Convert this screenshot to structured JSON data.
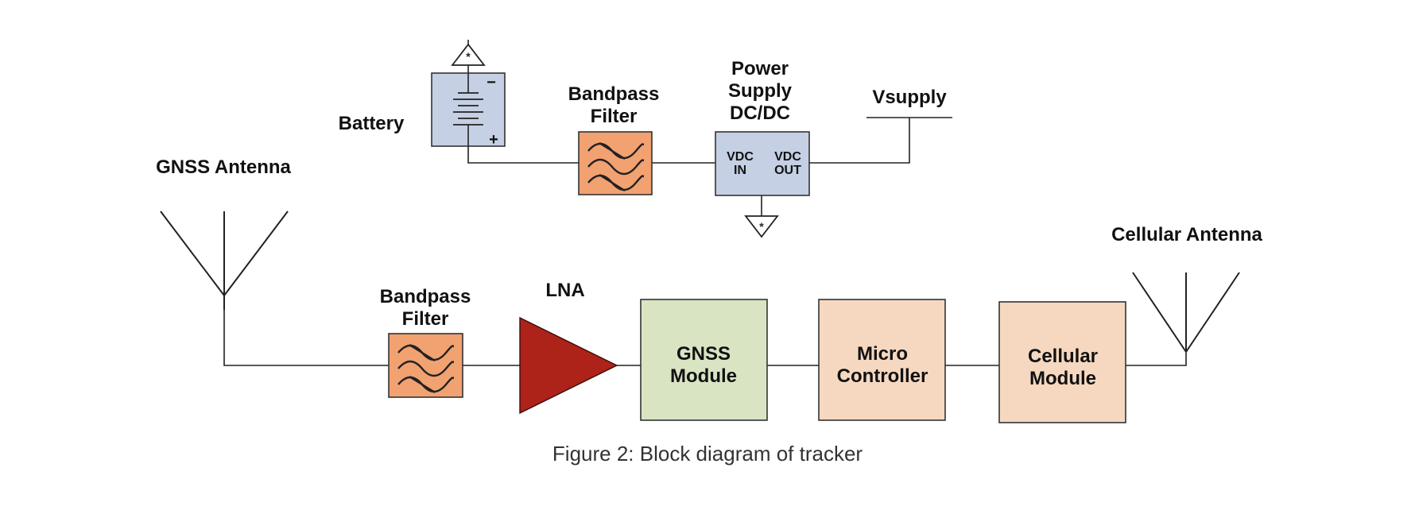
{
  "labels": {
    "battery": "Battery",
    "filter_top_line1": "Bandpass",
    "filter_top_line2": "Filter",
    "psu_line1": "Power",
    "psu_line2": "Supply",
    "psu_line3": "DC/DC",
    "vsupply": "Vsupply",
    "vdc_in_line1": "VDC",
    "vdc_in_line2": "IN",
    "vdc_out_line1": "VDC",
    "vdc_out_line2": "OUT",
    "gnss_antenna": "GNSS Antenna",
    "filter_bottom_line1": "Bandpass",
    "filter_bottom_line2": "Filter",
    "lna": "LNA",
    "gnss_module_line1": "GNSS",
    "gnss_module_line2": "Module",
    "micro_line1": "Micro",
    "micro_line2": "Controller",
    "cellular_module_line1": "Cellular",
    "cellular_module_line2": "Module",
    "cellular_antenna": "Cellular Antenna",
    "battery_minus": "−",
    "battery_plus": "+"
  },
  "caption": "Figure 2: Block diagram of tracker",
  "colors": {
    "battery": "#c5d0e4",
    "filter": "#f2a171",
    "dcdc": "#c5d0e4",
    "lna": "#ad2219",
    "gnss_module": "#d9e4c3",
    "micro_controller": "#f6d8c0",
    "cellular_module": "#f6d8c0"
  }
}
